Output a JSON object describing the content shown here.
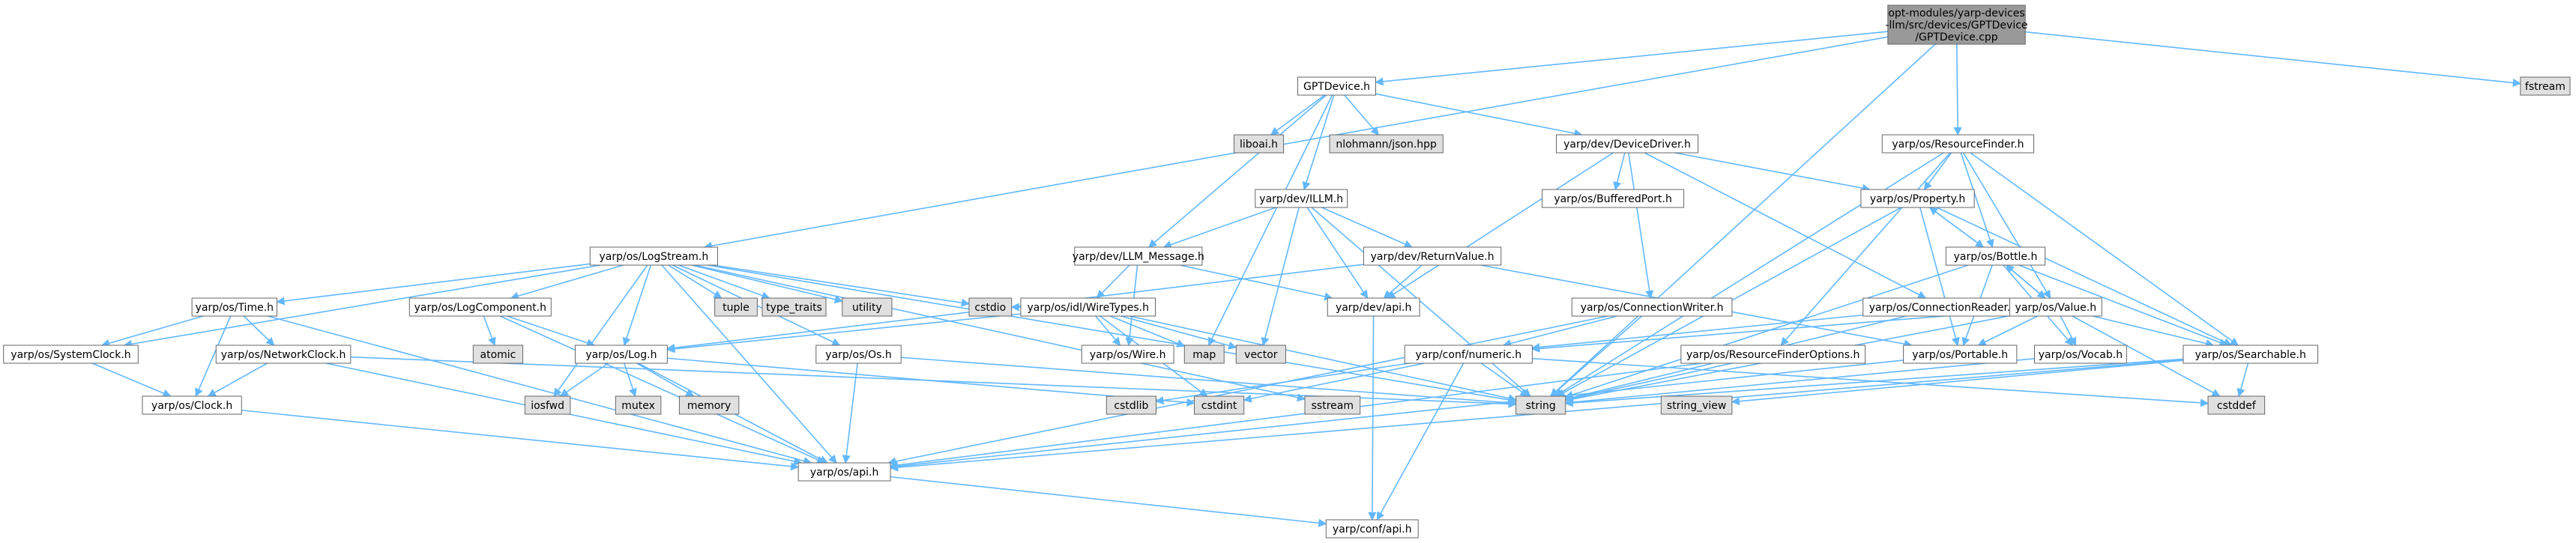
{
  "colors": {
    "edge": "#63b8ff",
    "node_fill": "#ffffff",
    "root_fill": "#999999",
    "system_fill": "#e0e0e0",
    "node_border": "#666666",
    "missing_border": "#ff0000",
    "missing_text": "#ff0000",
    "text": "#000000"
  },
  "nodes": [
    {
      "id": "root",
      "lines": [
        "opt-modules/yarp-devices",
        "-llm/src/devices/GPTDevice",
        "/GPTDevice.cpp"
      ],
      "kind": "root"
    },
    {
      "id": "gptdevice_h",
      "lines": [
        "GPTDevice.h"
      ],
      "kind": "normal"
    },
    {
      "id": "fstream",
      "lines": [
        "fstream"
      ],
      "kind": "system"
    },
    {
      "id": "liboai_h",
      "lines": [
        "liboai.h"
      ],
      "kind": "system"
    },
    {
      "id": "json_hpp",
      "lines": [
        "nlohmann/json.hpp"
      ],
      "kind": "system"
    },
    {
      "id": "devicedriver_h",
      "lines": [
        "yarp/dev/DeviceDriver.h"
      ],
      "kind": "normal"
    },
    {
      "id": "resourcefinder_h",
      "lines": [
        "yarp/os/ResourceFinder.h"
      ],
      "kind": "normal"
    },
    {
      "id": "logstream_h",
      "lines": [
        "yarp/os/LogStream.h"
      ],
      "kind": "normal"
    },
    {
      "id": "illm_h",
      "lines": [
        "yarp/dev/ILLM.h"
      ],
      "kind": "normal"
    },
    {
      "id": "bufferedport_h",
      "lines": [
        "yarp/os/BufferedPort.h"
      ],
      "kind": "missing"
    },
    {
      "id": "property_h",
      "lines": [
        "yarp/os/Property.h"
      ],
      "kind": "normal"
    },
    {
      "id": "llm_message_h",
      "lines": [
        "yarp/dev/LLM_Message.h"
      ],
      "kind": "normal"
    },
    {
      "id": "returnvalue_h",
      "lines": [
        "yarp/dev/ReturnValue.h"
      ],
      "kind": "normal"
    },
    {
      "id": "bottle_h",
      "lines": [
        "yarp/os/Bottle.h"
      ],
      "kind": "normal"
    },
    {
      "id": "time_h",
      "lines": [
        "yarp/os/Time.h"
      ],
      "kind": "normal"
    },
    {
      "id": "logcomponent_h",
      "lines": [
        "yarp/os/LogComponent.h"
      ],
      "kind": "normal"
    },
    {
      "id": "tuple",
      "lines": [
        "tuple"
      ],
      "kind": "system"
    },
    {
      "id": "type_traits",
      "lines": [
        "type_traits"
      ],
      "kind": "system"
    },
    {
      "id": "utility",
      "lines": [
        "utility"
      ],
      "kind": "system"
    },
    {
      "id": "wiretypes_h",
      "lines": [
        "yarp/os/idl/WireTypes.h"
      ],
      "kind": "missing"
    },
    {
      "id": "dev_api_h",
      "lines": [
        "yarp/dev/api.h"
      ],
      "kind": "normal"
    },
    {
      "id": "connectionwriter_h",
      "lines": [
        "yarp/os/ConnectionWriter.h"
      ],
      "kind": "normal"
    },
    {
      "id": "connectionreader_h",
      "lines": [
        "yarp/os/ConnectionReader.h"
      ],
      "kind": "missing"
    },
    {
      "id": "value_h",
      "lines": [
        "yarp/os/Value.h"
      ],
      "kind": "normal"
    },
    {
      "id": "atomic",
      "lines": [
        "atomic"
      ],
      "kind": "system"
    },
    {
      "id": "systemclock_h",
      "lines": [
        "yarp/os/SystemClock.h"
      ],
      "kind": "normal"
    },
    {
      "id": "networkclock_h",
      "lines": [
        "yarp/os/NetworkClock.h"
      ],
      "kind": "normal"
    },
    {
      "id": "log_h",
      "lines": [
        "yarp/os/Log.h"
      ],
      "kind": "normal"
    },
    {
      "id": "os_h",
      "lines": [
        "yarp/os/Os.h"
      ],
      "kind": "normal"
    },
    {
      "id": "cstdio",
      "lines": [
        "cstdio"
      ],
      "kind": "system"
    },
    {
      "id": "wire_h",
      "lines": [
        "yarp/os/Wire.h"
      ],
      "kind": "missing"
    },
    {
      "id": "map",
      "lines": [
        "map"
      ],
      "kind": "system"
    },
    {
      "id": "vector",
      "lines": [
        "vector"
      ],
      "kind": "system"
    },
    {
      "id": "numeric_h",
      "lines": [
        "yarp/conf/numeric.h"
      ],
      "kind": "missing"
    },
    {
      "id": "resourcefinderoptions_h",
      "lines": [
        "yarp/os/ResourceFinderOptions.h"
      ],
      "kind": "normal"
    },
    {
      "id": "portable_h",
      "lines": [
        "yarp/os/Portable.h"
      ],
      "kind": "missing"
    },
    {
      "id": "vocab_h",
      "lines": [
        "yarp/os/Vocab.h"
      ],
      "kind": "missing"
    },
    {
      "id": "searchable_h",
      "lines": [
        "yarp/os/Searchable.h"
      ],
      "kind": "normal"
    },
    {
      "id": "clock_h",
      "lines": [
        "yarp/os/Clock.h"
      ],
      "kind": "normal"
    },
    {
      "id": "iosfwd",
      "lines": [
        "iosfwd"
      ],
      "kind": "system"
    },
    {
      "id": "mutex",
      "lines": [
        "mutex"
      ],
      "kind": "system"
    },
    {
      "id": "memory",
      "lines": [
        "memory"
      ],
      "kind": "system"
    },
    {
      "id": "cstdlib",
      "lines": [
        "cstdlib"
      ],
      "kind": "system"
    },
    {
      "id": "cstdint",
      "lines": [
        "cstdint"
      ],
      "kind": "system"
    },
    {
      "id": "sstream",
      "lines": [
        "sstream"
      ],
      "kind": "system"
    },
    {
      "id": "string",
      "lines": [
        "string"
      ],
      "kind": "system"
    },
    {
      "id": "string_view",
      "lines": [
        "string_view"
      ],
      "kind": "system"
    },
    {
      "id": "cstddef",
      "lines": [
        "cstddef"
      ],
      "kind": "system"
    },
    {
      "id": "os_api_h",
      "lines": [
        "yarp/os/api.h"
      ],
      "kind": "normal"
    },
    {
      "id": "conf_api_h",
      "lines": [
        "yarp/conf/api.h"
      ],
      "kind": "missing"
    }
  ],
  "edges": [
    [
      "root",
      "gptdevice_h"
    ],
    [
      "root",
      "fstream"
    ],
    [
      "root",
      "resourcefinder_h"
    ],
    [
      "root",
      "logstream_h"
    ],
    [
      "root",
      "string"
    ],
    [
      "gptdevice_h",
      "liboai_h"
    ],
    [
      "gptdevice_h",
      "json_hpp"
    ],
    [
      "gptdevice_h",
      "devicedriver_h"
    ],
    [
      "gptdevice_h",
      "illm_h"
    ],
    [
      "gptdevice_h",
      "llm_message_h"
    ],
    [
      "gptdevice_h",
      "map"
    ],
    [
      "devicedriver_h",
      "bufferedport_h"
    ],
    [
      "devicedriver_h",
      "property_h"
    ],
    [
      "devicedriver_h",
      "dev_api_h"
    ],
    [
      "devicedriver_h",
      "connectionwriter_h"
    ],
    [
      "devicedriver_h",
      "connectionreader_h"
    ],
    [
      "resourcefinder_h",
      "property_h"
    ],
    [
      "resourcefinder_h",
      "bottle_h"
    ],
    [
      "resourcefinder_h",
      "value_h"
    ],
    [
      "resourcefinder_h",
      "searchable_h"
    ],
    [
      "resourcefinder_h",
      "resourcefinderoptions_h"
    ],
    [
      "resourcefinder_h",
      "string"
    ],
    [
      "property_h",
      "bottle_h"
    ],
    [
      "property_h",
      "portable_h"
    ],
    [
      "property_h",
      "searchable_h"
    ],
    [
      "property_h",
      "string"
    ],
    [
      "bottle_h",
      "property_h"
    ],
    [
      "bottle_h",
      "value_h"
    ],
    [
      "bottle_h",
      "portable_h"
    ],
    [
      "bottle_h",
      "vocab_h"
    ],
    [
      "bottle_h",
      "searchable_h"
    ],
    [
      "bottle_h",
      "string"
    ],
    [
      "value_h",
      "bottle_h"
    ],
    [
      "value_h",
      "portable_h"
    ],
    [
      "value_h",
      "vocab_h"
    ],
    [
      "value_h",
      "searchable_h"
    ],
    [
      "value_h",
      "numeric_h"
    ],
    [
      "value_h",
      "string"
    ],
    [
      "value_h",
      "cstddef"
    ],
    [
      "illm_h",
      "llm_message_h"
    ],
    [
      "illm_h",
      "returnvalue_h"
    ],
    [
      "illm_h",
      "dev_api_h"
    ],
    [
      "illm_h",
      "vector"
    ],
    [
      "illm_h",
      "string"
    ],
    [
      "llm_message_h",
      "wiretypes_h"
    ],
    [
      "llm_message_h",
      "wire_h"
    ],
    [
      "llm_message_h",
      "dev_api_h"
    ],
    [
      "returnvalue_h",
      "dev_api_h"
    ],
    [
      "returnvalue_h",
      "log_h"
    ],
    [
      "returnvalue_h",
      "portable_h"
    ],
    [
      "wiretypes_h",
      "log_h"
    ],
    [
      "wiretypes_h",
      "wire_h"
    ],
    [
      "wiretypes_h",
      "cstdio"
    ],
    [
      "wiretypes_h",
      "map"
    ],
    [
      "wiretypes_h",
      "vector"
    ],
    [
      "wiretypes_h",
      "cstdint"
    ],
    [
      "wiretypes_h",
      "string"
    ],
    [
      "logstream_h",
      "time_h"
    ],
    [
      "logstream_h",
      "logcomponent_h"
    ],
    [
      "logstream_h",
      "tuple"
    ],
    [
      "logstream_h",
      "type_traits"
    ],
    [
      "logstream_h",
      "utility"
    ],
    [
      "logstream_h",
      "log_h"
    ],
    [
      "logstream_h",
      "os_h"
    ],
    [
      "logstream_h",
      "cstdio"
    ],
    [
      "logstream_h",
      "systemclock_h"
    ],
    [
      "logstream_h",
      "iosfwd"
    ],
    [
      "logstream_h",
      "sstream"
    ],
    [
      "logstream_h",
      "string"
    ],
    [
      "logstream_h",
      "os_api_h"
    ],
    [
      "time_h",
      "systemclock_h"
    ],
    [
      "time_h",
      "networkclock_h"
    ],
    [
      "time_h",
      "clock_h"
    ],
    [
      "time_h",
      "os_api_h"
    ],
    [
      "logcomponent_h",
      "atomic"
    ],
    [
      "logcomponent_h",
      "log_h"
    ],
    [
      "logcomponent_h",
      "os_api_h"
    ],
    [
      "systemclock_h",
      "clock_h"
    ],
    [
      "networkclock_h",
      "clock_h"
    ],
    [
      "networkclock_h",
      "os_api_h"
    ],
    [
      "networkclock_h",
      "string"
    ],
    [
      "clock_h",
      "os_api_h"
    ],
    [
      "log_h",
      "iosfwd"
    ],
    [
      "log_h",
      "mutex"
    ],
    [
      "log_h",
      "memory"
    ],
    [
      "log_h",
      "cstdint"
    ],
    [
      "log_h",
      "os_api_h"
    ],
    [
      "os_h",
      "os_api_h"
    ],
    [
      "os_h",
      "string"
    ],
    [
      "connectionwriter_h",
      "numeric_h"
    ],
    [
      "connectionwriter_h",
      "os_api_h"
    ],
    [
      "connectionwriter_h",
      "string"
    ],
    [
      "connectionreader_h",
      "numeric_h"
    ],
    [
      "connectionreader_h",
      "string"
    ],
    [
      "numeric_h",
      "cstdlib"
    ],
    [
      "numeric_h",
      "cstdint"
    ],
    [
      "numeric_h",
      "string"
    ],
    [
      "numeric_h",
      "conf_api_h"
    ],
    [
      "numeric_h",
      "cstddef"
    ],
    [
      "resourcefinderoptions_h",
      "os_api_h"
    ],
    [
      "resourcefinderoptions_h",
      "string"
    ],
    [
      "portable_h",
      "os_api_h"
    ],
    [
      "vocab_h",
      "string"
    ],
    [
      "searchable_h",
      "string"
    ],
    [
      "searchable_h",
      "string_view"
    ],
    [
      "searchable_h",
      "os_api_h"
    ],
    [
      "searchable_h",
      "cstddef"
    ],
    [
      "dev_api_h",
      "conf_api_h"
    ],
    [
      "os_api_h",
      "conf_api_h"
    ]
  ]
}
